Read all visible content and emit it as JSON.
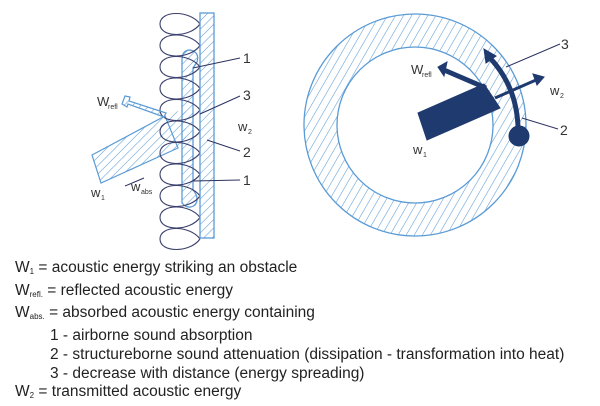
{
  "colors": {
    "outline_blue": "#5b9bd5",
    "dark_navy": "#1f3a6e",
    "loop_stroke": "#3a3f6b",
    "text": "#222222"
  },
  "left_diagram": {
    "labels": {
      "w_refl_main": "W",
      "w_refl_sub": "refl",
      "w1_main": "w",
      "w1_sub": "1",
      "wabs_main": "w",
      "wabs_sub": "abs",
      "w2_main": "w",
      "w2_sub": "2",
      "callout_1_top": "1",
      "callout_3": "3",
      "callout_2": "2",
      "callout_1_bottom": "1"
    }
  },
  "right_diagram": {
    "labels": {
      "w_refl_main": "W",
      "w_refl_sub": "refl",
      "w1_main": "w",
      "w1_sub": "1",
      "w2_main": "w",
      "w2_sub": "2",
      "callout_3": "3",
      "callout_2": "2"
    }
  },
  "legend": [
    {
      "sym": "W",
      "sub": "1",
      "text": " = acoustic energy striking an obstacle",
      "indent": false
    },
    {
      "sym": "W",
      "sub": "refl.",
      "text": " = reflected acoustic energy",
      "indent": false
    },
    {
      "sym": "W",
      "sub": "abs.",
      "text": " = absorbed acoustic energy containing",
      "indent": false
    },
    {
      "sym": "",
      "sub": "",
      "text": "1 - airborne sound absorption",
      "indent": true
    },
    {
      "sym": "",
      "sub": "",
      "text": "2 - structureborne sound attenuation (dissipation - transformation into heat)",
      "indent": true
    },
    {
      "sym": "",
      "sub": "",
      "text": "3 - decrease with distance (energy spreading)",
      "indent": true
    },
    {
      "sym": "W",
      "sub": "2",
      "text": " = transmitted acoustic energy",
      "indent": false
    }
  ]
}
